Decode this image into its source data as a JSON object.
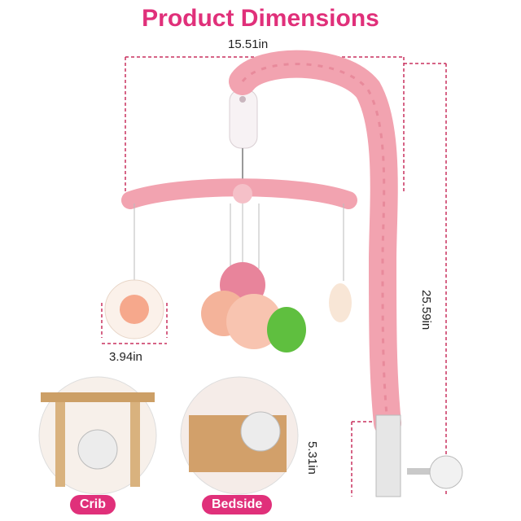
{
  "title": "Product Dimensions",
  "dimensions": {
    "width": "15.51in",
    "flower": "3.94in",
    "height": "25.59in",
    "clamp": "5.31in"
  },
  "labels": {
    "crib": "Crib",
    "bedside": "Bedside"
  },
  "colors": {
    "accent": "#e0307a",
    "arm_pink": "#f2a3b0",
    "flower_peach": "#f6b29a",
    "leaf_green": "#5fbf3f"
  }
}
